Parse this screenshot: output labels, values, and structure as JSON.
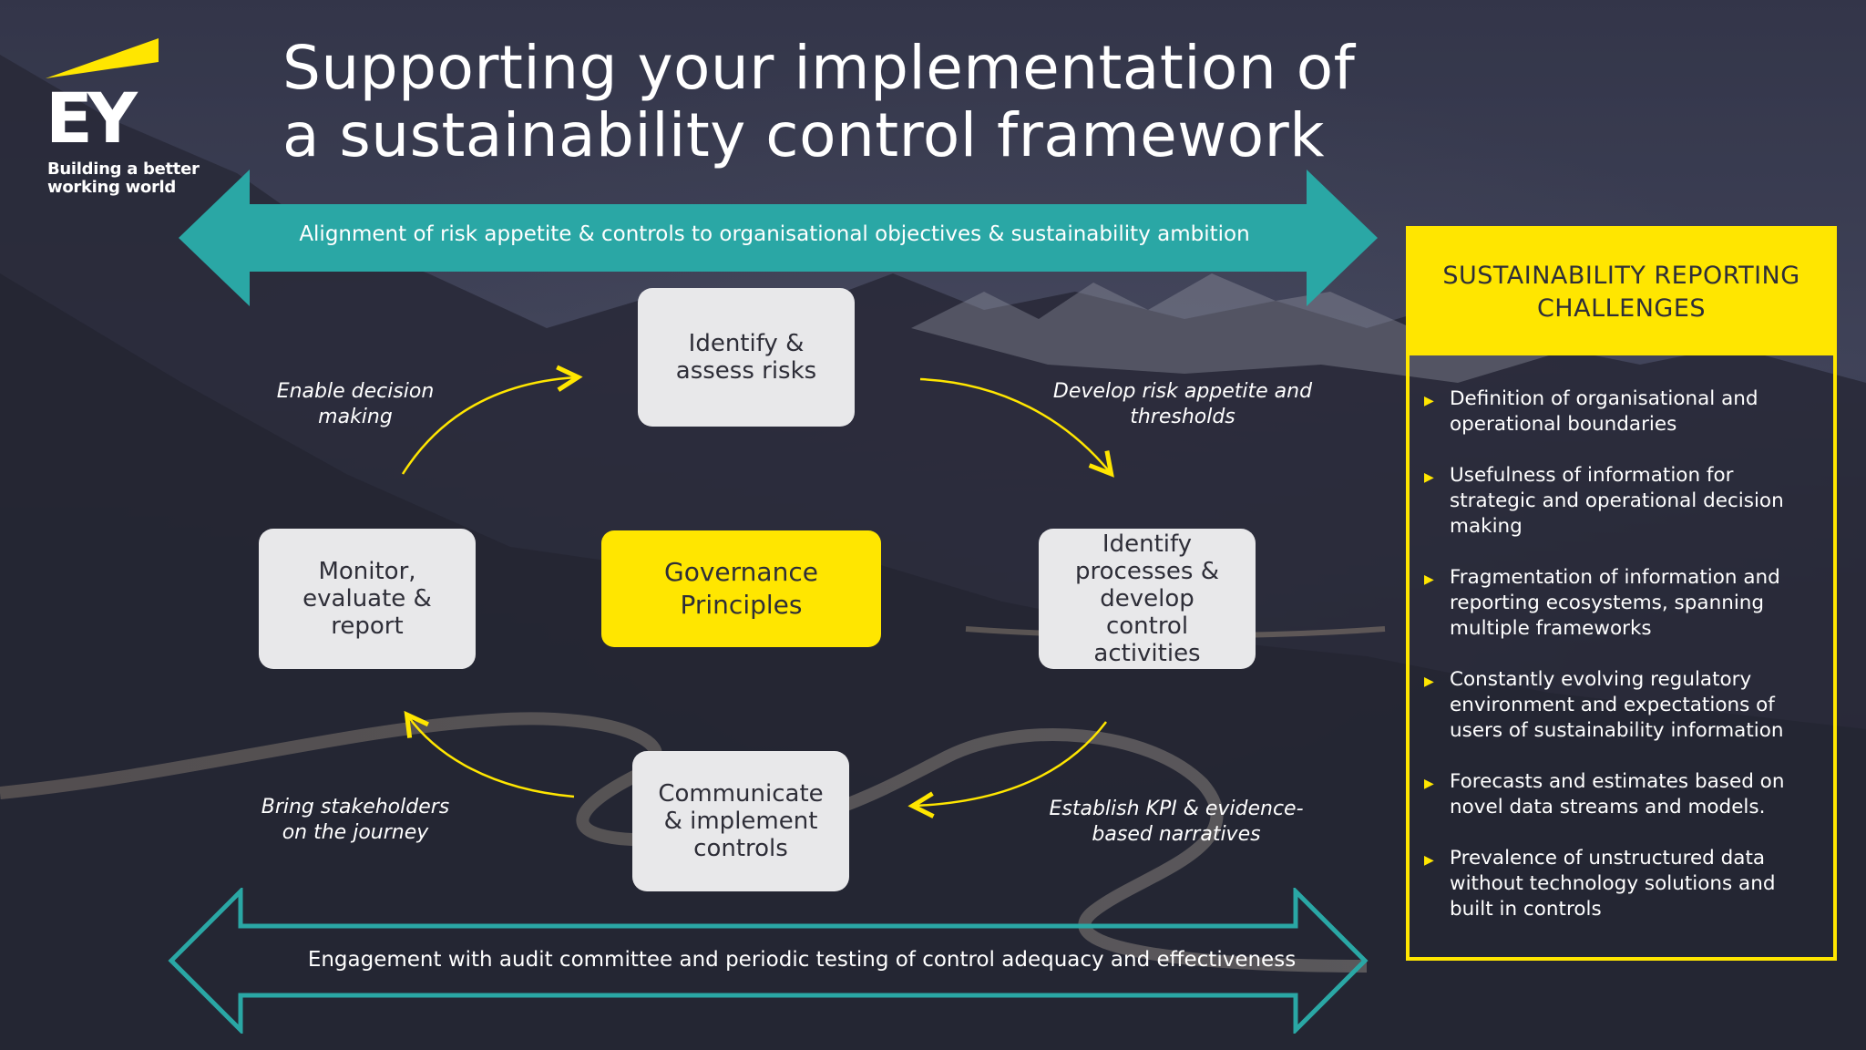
{
  "brand": {
    "logo_letters": "EY",
    "tagline": "Building a better working world",
    "accent": "#ffe600",
    "teal": "#2aa7a5"
  },
  "title": "Supporting your implementation of a sustainability control framework",
  "top_arrow": {
    "text": "Alignment of risk appetite & controls to organisational objectives & sustainability ambition"
  },
  "bottom_arrow": {
    "text": "Engagement with audit committee and periodic testing of control adequacy and effectiveness"
  },
  "cycle": {
    "center": "Governance Principles",
    "boxes": {
      "identify_assess": "Identify & assess risks",
      "identify_processes": "Identify processes & develop control activities",
      "communicate": "Communicate & implement controls",
      "monitor": "Monitor, evaluate & report"
    },
    "transitions": {
      "enable": "Enable decision making",
      "develop": "Develop risk appetite and thresholds",
      "establish": "Establish KPI & evidence-based narratives",
      "bring": "Bring stakeholders on the journey"
    }
  },
  "challenges": {
    "heading": "SUSTAINABILITY REPORTING CHALLENGES",
    "items": [
      "Definition of organisational and operational boundaries",
      "Usefulness of information for strategic and operational decision making",
      "Fragmentation of information and reporting ecosystems, spanning multiple frameworks",
      "Constantly evolving regulatory environment and expectations of users of sustainability information",
      "Forecasts and estimates based on novel data streams and models.",
      "Prevalence of unstructured data without technology solutions and built in controls"
    ]
  }
}
